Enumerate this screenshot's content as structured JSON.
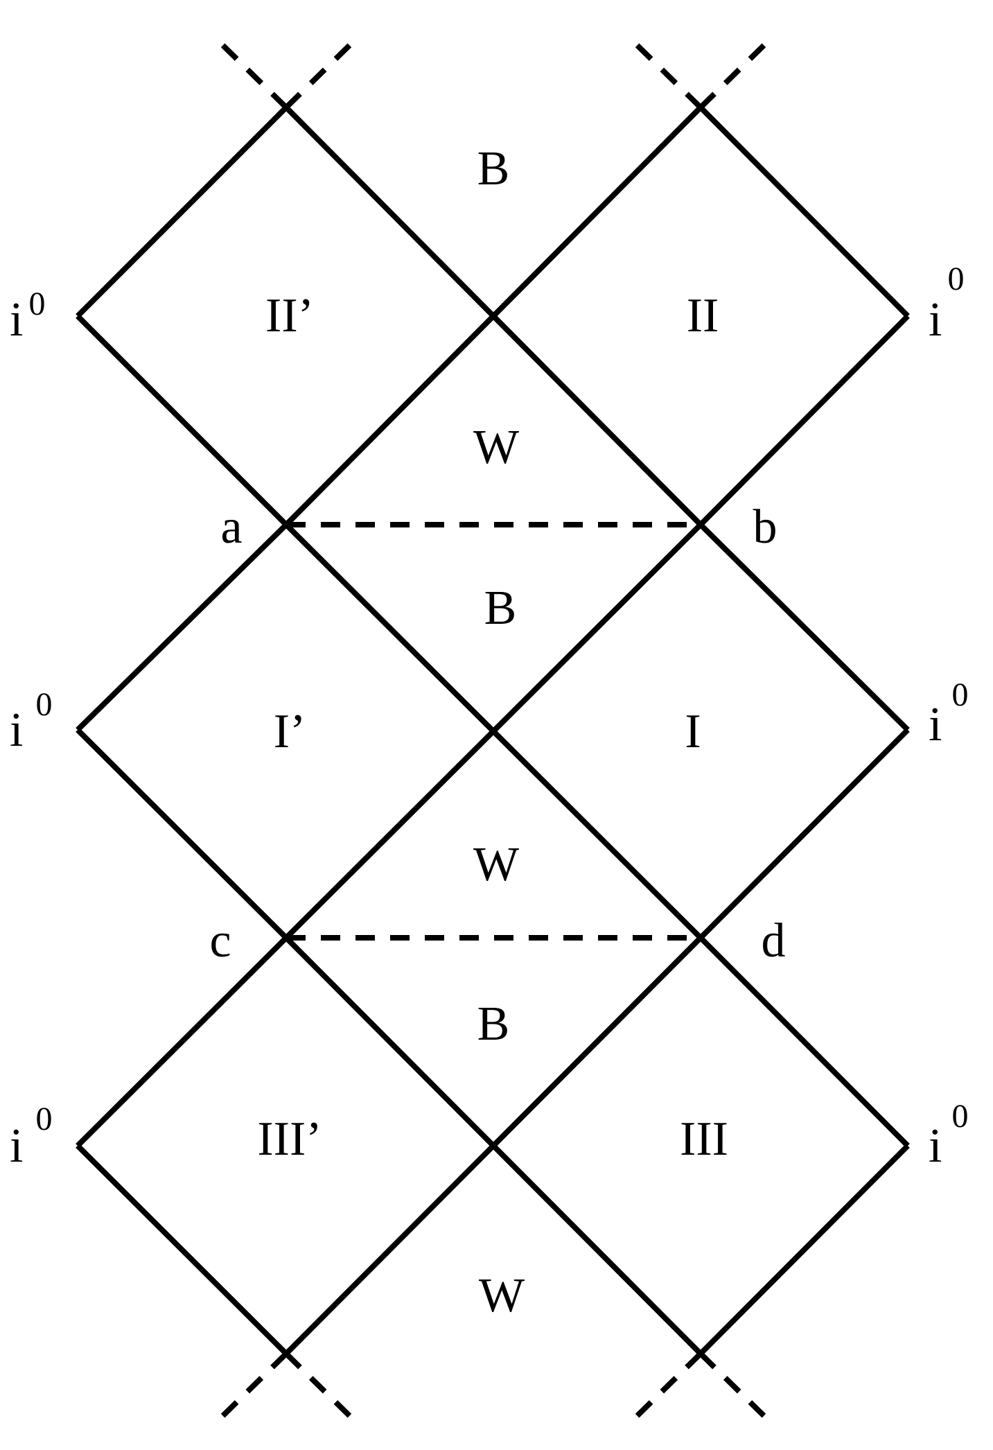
{
  "regions": {
    "B_top": "B",
    "II_prime": "II’",
    "II": "II",
    "W_upper": "W",
    "B_middle": "B",
    "I_prime": "I’",
    "I": "I",
    "W_middle": "W",
    "B_lower": "B",
    "III_prime": "III’",
    "III": "III",
    "W_bottom": "W"
  },
  "points": {
    "a": "a",
    "b": "b",
    "c": "c",
    "d": "d"
  },
  "infinity": {
    "base": "i",
    "superscript": "0"
  }
}
